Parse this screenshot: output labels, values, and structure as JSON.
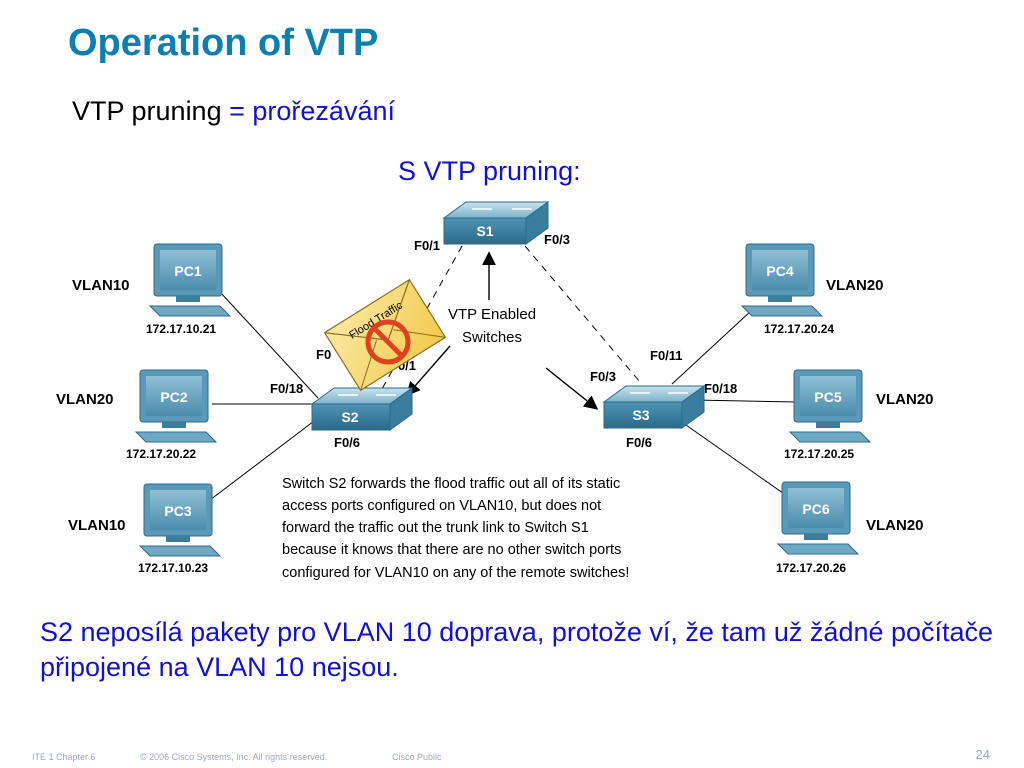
{
  "title": "Operation of VTP",
  "subtitle_prefix": "VTP pruning ",
  "subtitle_eq": "= ",
  "subtitle_translation": "prořezávání",
  "section": "S VTP pruning:",
  "switches": [
    {
      "name": "S1"
    },
    {
      "name": "S2"
    },
    {
      "name": "S3"
    }
  ],
  "pcs": [
    {
      "name": "PC1",
      "vlan": "VLAN10",
      "ip": "172.17.10.21"
    },
    {
      "name": "PC2",
      "vlan": "VLAN20",
      "ip": "172.17.20.22"
    },
    {
      "name": "PC3",
      "vlan": "VLAN10",
      "ip": "172.17.10.23"
    },
    {
      "name": "PC4",
      "vlan": "VLAN20",
      "ip": "172.17.20.24"
    },
    {
      "name": "PC5",
      "vlan": "VLAN20",
      "ip": "172.17.20.25"
    },
    {
      "name": "PC6",
      "vlan": "VLAN20",
      "ip": "172.17.20.26"
    }
  ],
  "ports": {
    "s1_f01": "F0/1",
    "s1_f03": "F0/3",
    "s2_f0": "F0",
    "s2_f01": "F0/1",
    "s2_f018": "F0/18",
    "s2_f06": "F0/6",
    "s3_f011": "F0/11",
    "s3_f03": "F0/3",
    "s3_f018": "F0/18",
    "s3_f06": "F0/6"
  },
  "vtp_label_line1": "VTP Enabled",
  "vtp_label_line2": "Switches",
  "flood_label": "Flood Traffic",
  "note_lines": [
    "Switch S2 forwards the flood traffic out all of its static",
    "access ports configured on VLAN10, but does not",
    "forward the traffic out the trunk link to Switch S1",
    "because it knows that there are no other switch ports",
    "configured for VLAN10 on any of the remote switches!"
  ],
  "footer": "S2 neposílá pakety pro VLAN 10 doprava, protože ví, že tam už žádné počítače připojené na VLAN 10 nejsou.",
  "foot_chapter": "ITE 1 Chapter 6",
  "foot_copyright": "© 2006 Cisco Systems, Inc. All rights reserved.",
  "foot_public": "Cisco Public",
  "page_number": "24"
}
